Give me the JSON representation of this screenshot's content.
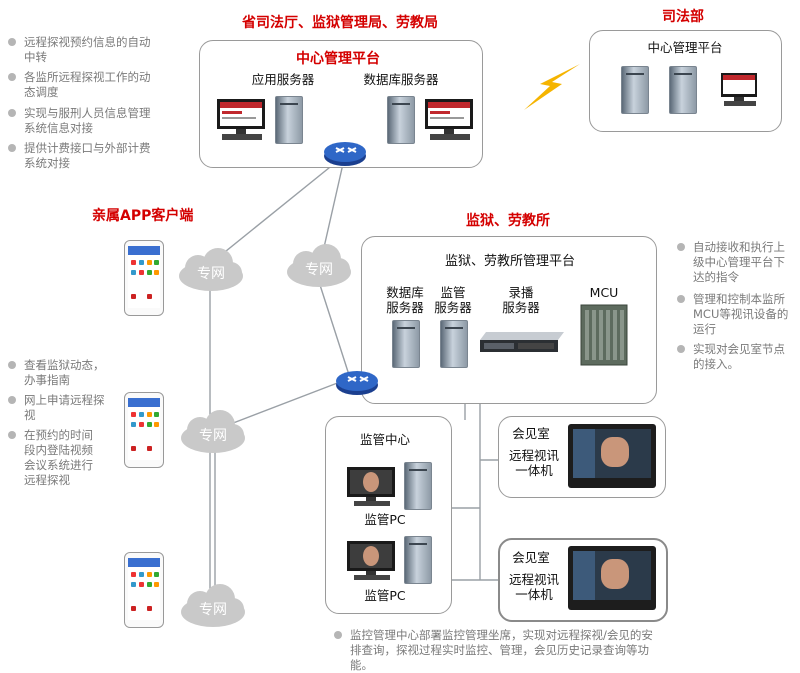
{
  "top": {
    "title": "省司法厅、监狱管理局、劳教局",
    "platform": "中心管理平台",
    "app_server": "应用服务器",
    "db_server": "数据库服务器"
  },
  "judicial": {
    "title": "司法部",
    "platform": "中心管理平台"
  },
  "left_top_bullets": [
    "远程探视预约信息的自动中转",
    "各监所远程探视工作的动态调度",
    "实现与服刑人员信息管理系统信息对接",
    "提供计费接口与外部计费系统对接"
  ],
  "app_client": {
    "title": "亲属APP客户端"
  },
  "cloud_label": "专网",
  "prison": {
    "title": "监狱、劳教所",
    "platform": "监狱、劳教所管理平台",
    "db_server": "数据库\n服务器",
    "monitor_server": "监管\n服务器",
    "record_server": "录播\n服务器",
    "mcu": "MCU"
  },
  "right_bullets": [
    "自动接收和执行上级中心管理平台下达的指令",
    "管理和控制本监所MCU等视讯设备的运行",
    "实现对会见室节点的接入。"
  ],
  "left_mid_bullets": [
    "查看监狱动态，办事指南",
    "网上申请远程探视",
    "在预约的时间段内登陆视频会议系统进行远程探视"
  ],
  "monitor_center": {
    "title": "监管中心",
    "pc1": "监管PC",
    "pc2": "监管PC"
  },
  "meeting_room1": {
    "title": "会见室",
    "device": "远程视讯\n一体机"
  },
  "meeting_room2": {
    "title": "会见室",
    "device": "远程视讯\n一体机"
  },
  "bottom_note": "监控管理中心部署监控管理坐席，实现对远程探视/会见的安排查询，探视过程实时监控、管理，会见历史记录查询等功能。"
}
